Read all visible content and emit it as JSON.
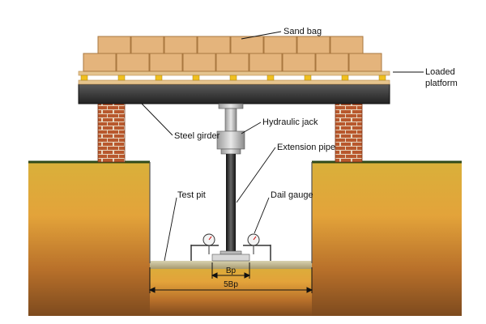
{
  "labels": {
    "sand_bag": "Sand bag",
    "loaded_platform_line1": "Loaded",
    "loaded_platform_line2": "platform",
    "hydraulic_jack": "Hydraulic jack",
    "steel_girder": "Steel girder",
    "extension_pipe": "Extension pipe",
    "test_pit": "Test pit",
    "dail_gauge": "Dail gauge"
  },
  "dimensions": {
    "plate_width": "Bp",
    "pit_width": "5Bp"
  },
  "colors": {
    "sand_bag_fill": "#e2b27a",
    "sand_bag_stroke": "#a9773f",
    "brick": "#b5532c",
    "girder": "#3a3a3a",
    "soil_top": "#c89a2b",
    "soil_bottom": "#7a4a1c",
    "ground_line": "#2f4a1a"
  }
}
